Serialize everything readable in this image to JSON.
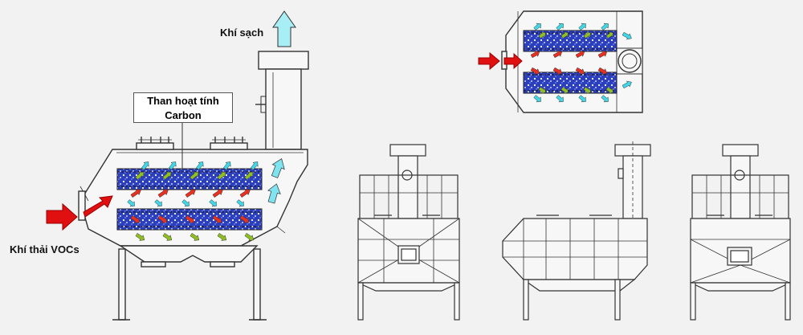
{
  "labels": {
    "clean_air": "Khí sạch",
    "exhaust_inlet": "Khí thải VOCs",
    "carbon_line1": "Than hoạt tính",
    "carbon_line2": "Carbon"
  },
  "colors": {
    "background": "#f2f2f2",
    "line": "#333333",
    "carbon_fill": "#2b3fbf",
    "inlet_arrow": "#e01010",
    "outlet_arrow": "#7fe3f0",
    "flow_green": "#8fbf20",
    "flow_cyan": "#40d8e8",
    "flow_red": "#e83020"
  },
  "icons": [
    "inlet-red-arrow-icon",
    "clean-air-up-arrow-icon",
    "airflow-arrow-icon"
  ]
}
